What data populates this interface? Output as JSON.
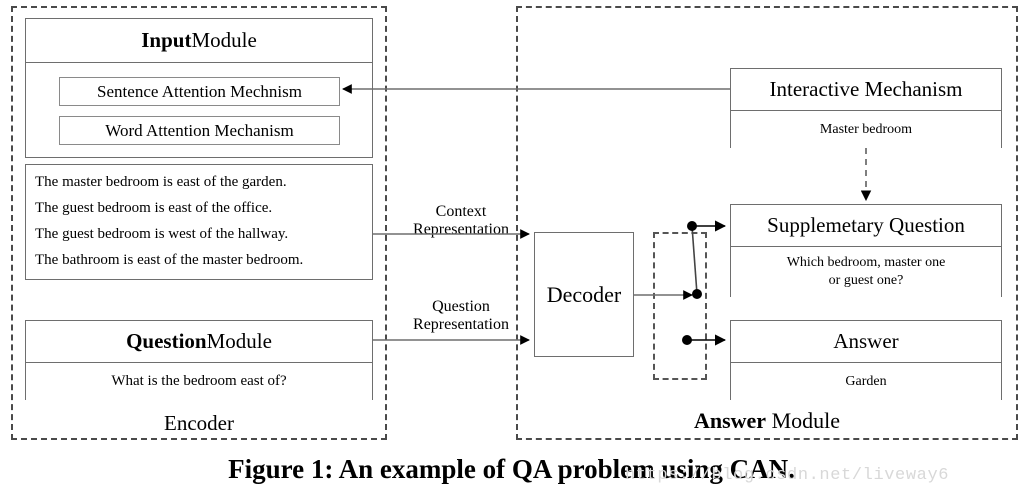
{
  "figure": {
    "caption_prefix": "Figure 1:",
    "caption_text": " An example of QA problem using CAN.",
    "caption_full": "Figure 1: An example of QA problem using CAN.",
    "watermark": "https://blog.csdn.net/liveway6"
  },
  "encoder": {
    "region_label_bold": "",
    "region_label": "Encoder",
    "input_module": {
      "title_bold": "Input",
      "title_rest": " Module",
      "attention_mechanisms": [
        {
          "label": "Sentence Attention Mechnism"
        },
        {
          "label": "Word Attention Mechanism"
        }
      ]
    },
    "story": {
      "lines": [
        "The master bedroom is east of the garden.",
        "The guest bedroom is east of the office.",
        "The guest bedroom is west of the hallway.",
        "The bathroom is east of the master bedroom."
      ]
    },
    "question_module": {
      "title_bold": "Question",
      "title_rest": " Module",
      "question": "What is the bedroom east of?"
    }
  },
  "edges": {
    "context_representation_line1": "Context",
    "context_representation_line2": "Representation",
    "question_representation_line1": "Question",
    "question_representation_line2": "Representation"
  },
  "decoder": {
    "label": "Decoder"
  },
  "answer_module": {
    "region_label_bold": "Answer",
    "region_label_rest": " Module",
    "interactive_mechanism": {
      "title": "Interactive Mechanism",
      "value": "Master bedroom"
    },
    "supplementary_question": {
      "title": "Supplemetary Question",
      "value_line1": "Which bedroom, master one",
      "value_line2": "or guest one?"
    },
    "answer": {
      "title": "Answer",
      "value": "Garden"
    }
  },
  "colors": {
    "stroke": "#6e6e6e",
    "dashed": "#4a4a4a",
    "text": "#000000",
    "watermark": "#d8d8d8"
  }
}
